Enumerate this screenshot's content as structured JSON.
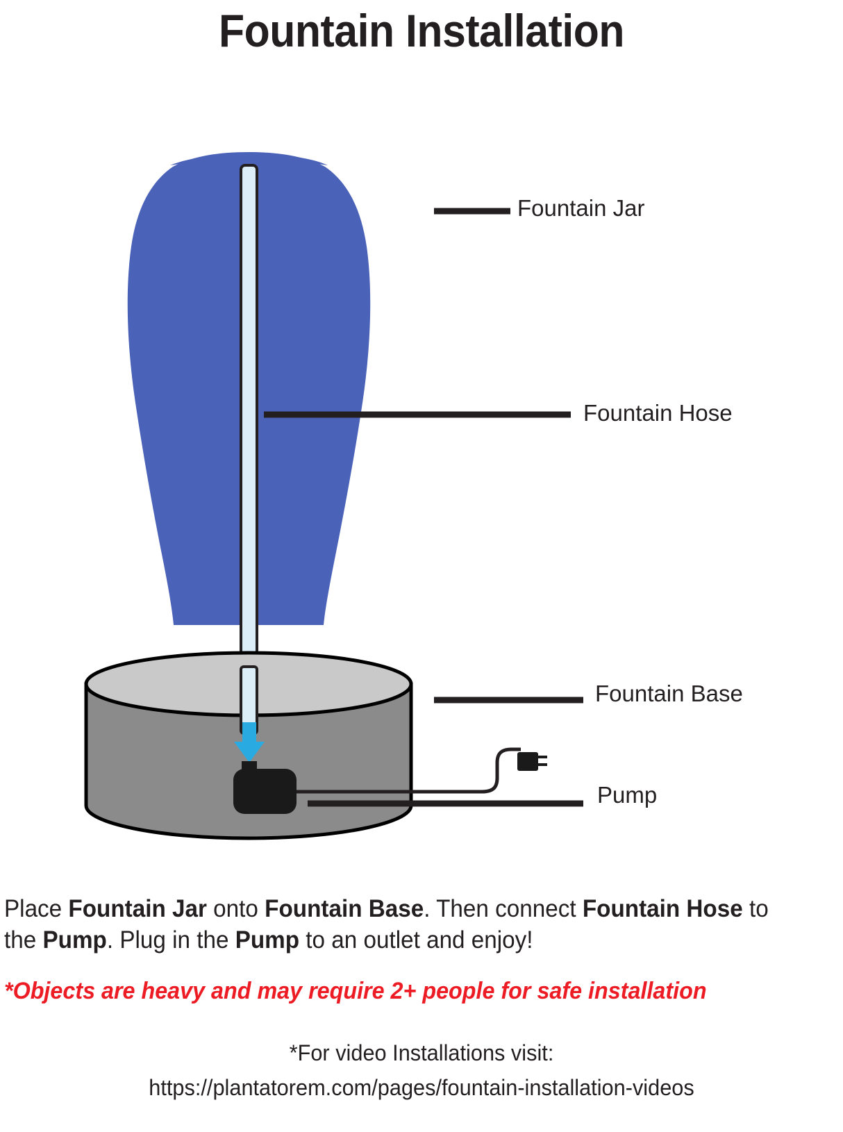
{
  "document": {
    "title": "Fountain Installation"
  },
  "diagram": {
    "callouts": [
      {
        "id": "jar",
        "label": "Fountain Jar"
      },
      {
        "id": "hose",
        "label": "Fountain Hose"
      },
      {
        "id": "base",
        "label": "Fountain Base"
      },
      {
        "id": "pump",
        "label": "Pump"
      }
    ],
    "parts": {
      "jar_name": "fountain-jar",
      "hose_name": "fountain-hose",
      "base_name": "fountain-base",
      "pump_name": "pump",
      "cord_name": "power-cord",
      "plug_name": "power-plug",
      "arrow_name": "water-flow-arrow"
    },
    "colors": {
      "jar_blue": "#4a62b8",
      "hose_light_blue": "#dceef7",
      "arrow_blue": "#29abe2",
      "base_top_gray": "#c9c9c9",
      "base_body_gray": "#8b8b8b",
      "pump_black": "#1a1a1a",
      "outline": "#000000",
      "leader_line": "#231f20"
    }
  },
  "instructions": {
    "segments": [
      {
        "text": "Place ",
        "bold": false
      },
      {
        "text": "Fountain Jar",
        "bold": true
      },
      {
        "text": " onto ",
        "bold": false
      },
      {
        "text": "Fountain Base",
        "bold": true
      },
      {
        "text": ". Then connect ",
        "bold": false
      },
      {
        "text": "Fountain Hose",
        "bold": true
      },
      {
        "text": " to the ",
        "bold": false
      },
      {
        "text": "Pump",
        "bold": true
      },
      {
        "text": ". Plug in the ",
        "bold": false
      },
      {
        "text": "Pump",
        "bold": true
      },
      {
        "text": " to an outlet and enjoy!",
        "bold": false
      }
    ],
    "plain_text": "Place Fountain Jar onto Fountain Base. Then connect Fountain Hose to the Pump. Plug in the Pump to an outlet and enjoy!"
  },
  "warning": {
    "text": "*Objects are heavy and may require 2+ people for safe installation",
    "color": "#ed1c24"
  },
  "footer": {
    "line1": "*For video Installations visit:",
    "line2": "https://plantatorem.com/pages/fountain-installation-videos"
  }
}
